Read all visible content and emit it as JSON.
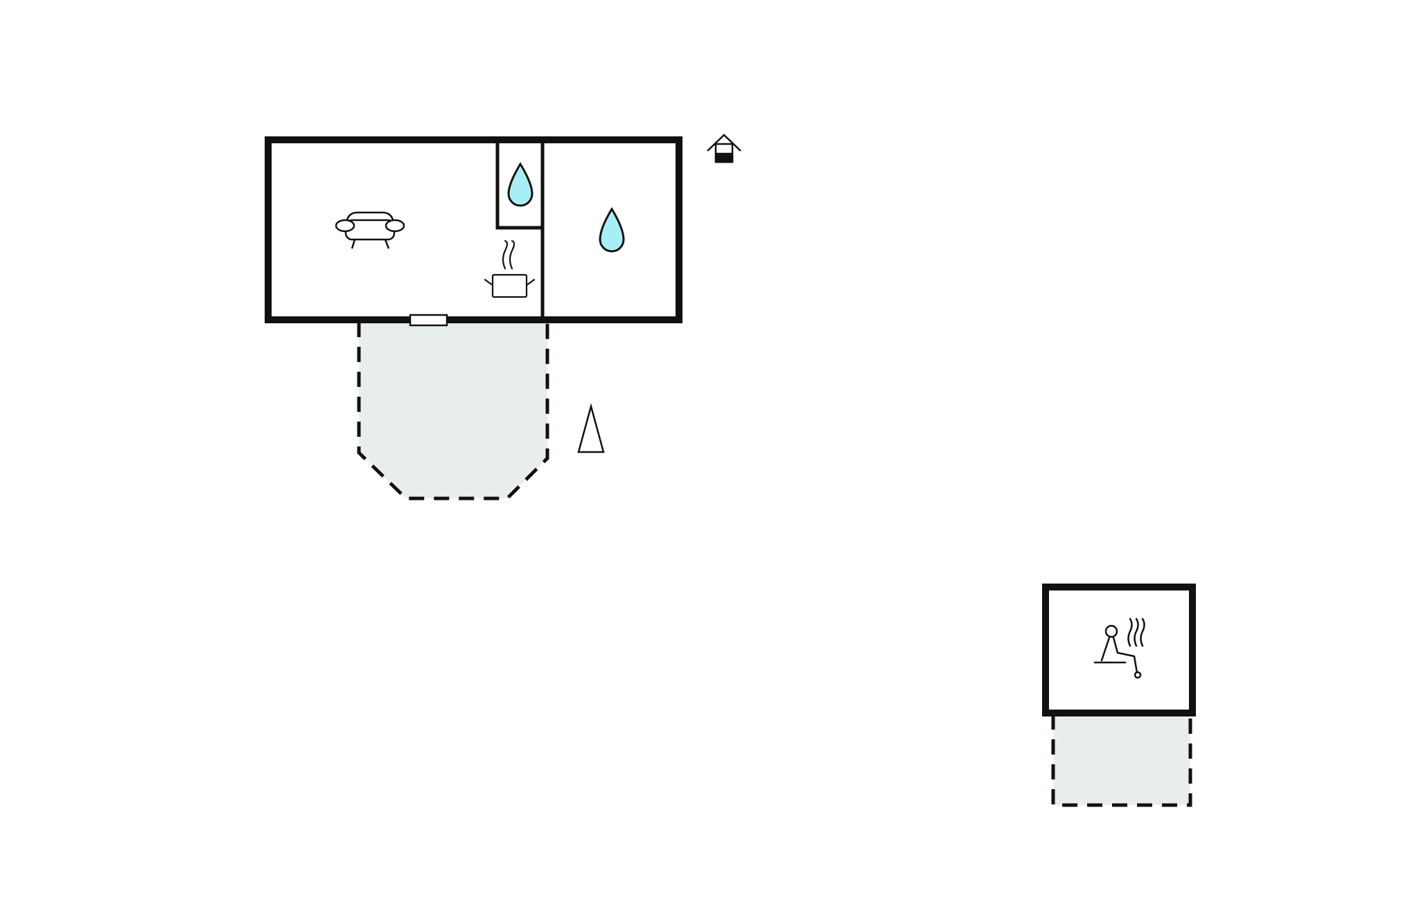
{
  "colors": {
    "wall": "#111111",
    "water": "#a8eef7",
    "terrace": "#e8eeee",
    "icon_stroke": "#111111",
    "background": "#ffffff"
  },
  "icons": {
    "living": "sofa-icon",
    "kitchen": "cooking-pot-icon",
    "toilet": "water-drop-icon",
    "bathroom": "water-drop-icon",
    "sauna": "sauna-icon",
    "entrance": "house-entrance-icon",
    "north": "north-arrow-icon"
  },
  "rooms": [
    "living-room",
    "kitchen",
    "toilet",
    "bathroom",
    "sauna",
    "terrace-main",
    "terrace-sauna"
  ]
}
